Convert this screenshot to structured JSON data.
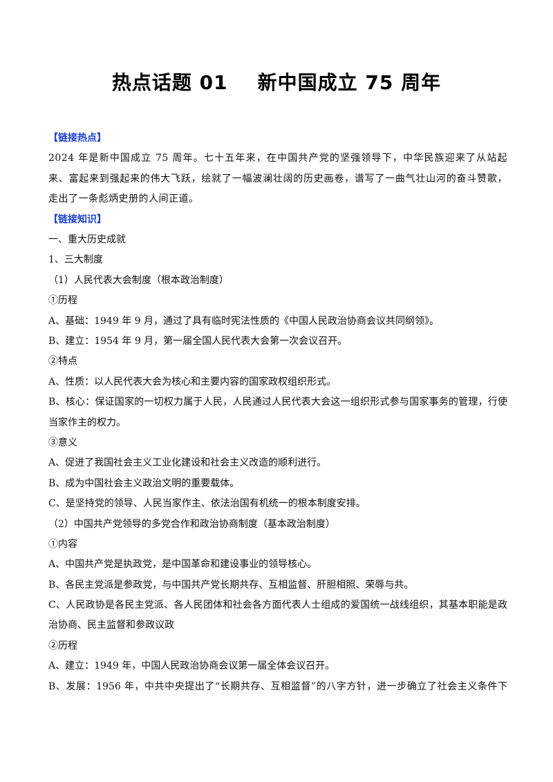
{
  "document": {
    "title": "热点话题 01    新中国成立 75 周年",
    "section1_label": "【链接热点】",
    "intro": "2024 年是新中国成立 75 周年。七十五年来，在中国共产党的坚强领导下，中华民族迎来了从站起来、富起来到强起来的伟大飞跃，绘就了一幅波澜壮阔的历史画卷，谱写了一曲气壮山河的奋斗赞歌，走出了一条彪炳史册的人间正道。",
    "section2_label": "【链接知识】",
    "lines": [
      "一、重大历史成就",
      "1、三大制度",
      "（1）人民代表大会制度（根本政治制度）",
      "①历程",
      "A、基础：1949 年 9 月，通过了具有临时宪法性质的《中国人民政治协商会议共同纲领》。",
      "B、建立：1954 年 9 月，第一届全国人民代表大会第一次会议召开。",
      "②特点",
      "A、性质：以人民代表大会为核心和主要内容的国家政权组织形式。"
    ],
    "para_b_core": "B、核心：保证国家的一切权力属于人民，人民通过人民代表大会这一组织形式参与国家事务的管理，行使当家作主的权力。",
    "lines2": [
      "③意义",
      "A、促进了我国社会主义工业化建设和社会主义改造的顺利进行。",
      "B、成为中国社会主义政治文明的重要载体。",
      "C、是坚持党的领导、人民当家作主、依法治国有机统一的根本制度安排。",
      "（2）中国共产党领导的多党合作和政治协商制度（基本政治制度）",
      "①内容",
      "A、中国共产党是执政党，是中国革命和建设事业的领导核心。",
      "B、各民主党派是参政党，与中国共产党长期共存、互相监督、肝胆相照、荣辱与共。"
    ],
    "para_c_cppcc": "C、人民政协是各民主党派、各人民团体和社会各方面代表人士组成的爱国统一战线组织，其基本职能是政治协商、民主监督和参政议政",
    "lines3": [
      "②历程",
      "A、建立：1949 年，中国人民政治协商会议第一届全体会议召开。"
    ],
    "last_line": "B、发展：1956 年，中共中央提出了“长期共存、互相监督”的八字方针，进一步确立了社会主义条件下"
  }
}
